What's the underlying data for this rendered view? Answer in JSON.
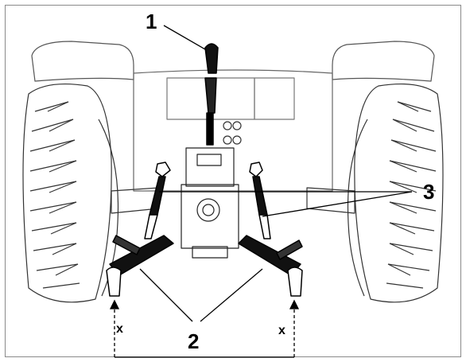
{
  "figure": {
    "callouts": {
      "top_link": "1",
      "lower_links": "2",
      "lift_rods": "3"
    },
    "dimension_label_left": "x",
    "dimension_label_right": "x",
    "icons": [
      "tractor-rear-icon",
      "three-point-hitch-icon"
    ]
  }
}
